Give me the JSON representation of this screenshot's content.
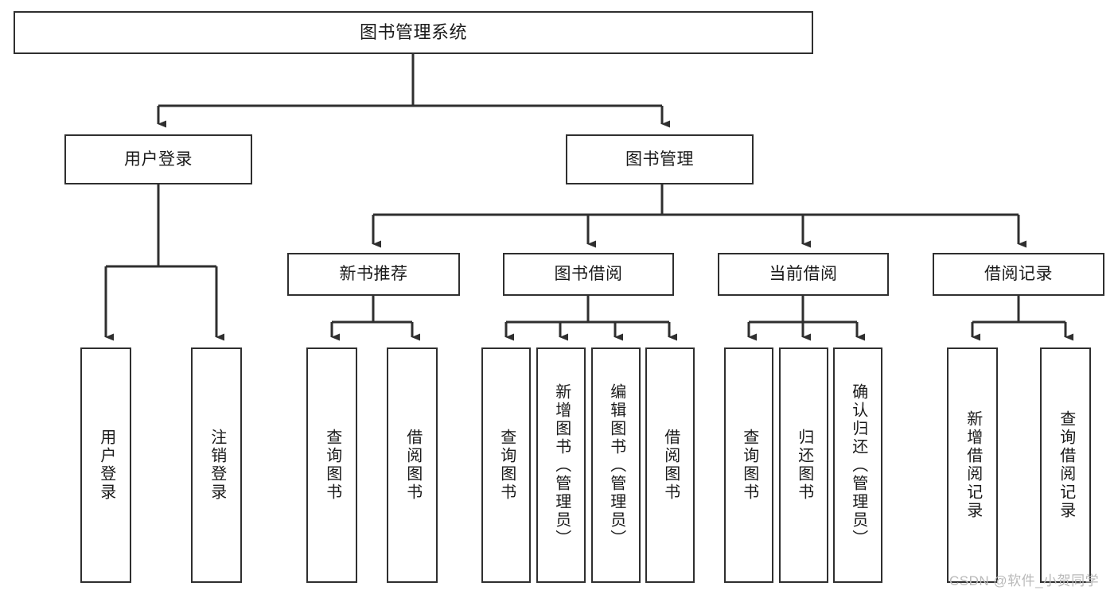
{
  "diagram": {
    "title": "图书管理系统",
    "type": "hierarchy-tree",
    "stroke_color": "#2f2f2f",
    "fill_color": "#ffffff",
    "text_color": "#1a1a1a",
    "levels": [
      {
        "level": 1,
        "nodes": [
          {
            "id": "root",
            "label": "图书管理系统",
            "orientation": "horizontal"
          }
        ]
      },
      {
        "level": 2,
        "nodes": [
          {
            "id": "login",
            "label": "用户登录",
            "orientation": "horizontal"
          },
          {
            "id": "bookmgmt",
            "label": "图书管理",
            "orientation": "horizontal"
          }
        ]
      },
      {
        "level": 3,
        "nodes": [
          {
            "id": "newbook",
            "label": "新书推荐",
            "orientation": "horizontal"
          },
          {
            "id": "borrow",
            "label": "图书借阅",
            "orientation": "horizontal"
          },
          {
            "id": "current",
            "label": "当前借阅",
            "orientation": "horizontal"
          },
          {
            "id": "record",
            "label": "借阅记录",
            "orientation": "horizontal"
          }
        ]
      },
      {
        "level": 4,
        "nodes": [
          {
            "id": "leaf-user-login",
            "label": "用户登录",
            "orientation": "vertical",
            "parent": "login"
          },
          {
            "id": "leaf-logout",
            "label": "注销登录",
            "orientation": "vertical",
            "parent": "login"
          },
          {
            "id": "leaf-query-book-1",
            "label": "查询图书",
            "orientation": "vertical",
            "parent": "newbook"
          },
          {
            "id": "leaf-borrow-book-1",
            "label": "借阅图书",
            "orientation": "vertical",
            "parent": "newbook"
          },
          {
            "id": "leaf-query-book-2",
            "label": "查询图书",
            "orientation": "vertical",
            "parent": "borrow"
          },
          {
            "id": "leaf-add-book",
            "label": "新增图书（管理员）",
            "orientation": "vertical",
            "parent": "borrow"
          },
          {
            "id": "leaf-edit-book",
            "label": "编辑图书（管理员）",
            "orientation": "vertical",
            "parent": "borrow"
          },
          {
            "id": "leaf-borrow-book-2",
            "label": "借阅图书",
            "orientation": "vertical",
            "parent": "borrow"
          },
          {
            "id": "leaf-query-book-3",
            "label": "查询图书",
            "orientation": "vertical",
            "parent": "current"
          },
          {
            "id": "leaf-return-book",
            "label": "归还图书",
            "orientation": "vertical",
            "parent": "current"
          },
          {
            "id": "leaf-confirm-return",
            "label": "确认归还（管理员）",
            "orientation": "vertical",
            "parent": "current"
          },
          {
            "id": "leaf-add-record",
            "label": "新增借阅记录",
            "orientation": "vertical",
            "parent": "record"
          },
          {
            "id": "leaf-query-record",
            "label": "查询借阅记录",
            "orientation": "vertical",
            "parent": "record"
          }
        ]
      }
    ]
  },
  "watermark": {
    "text": "CSDN @软件_小贺同学"
  }
}
